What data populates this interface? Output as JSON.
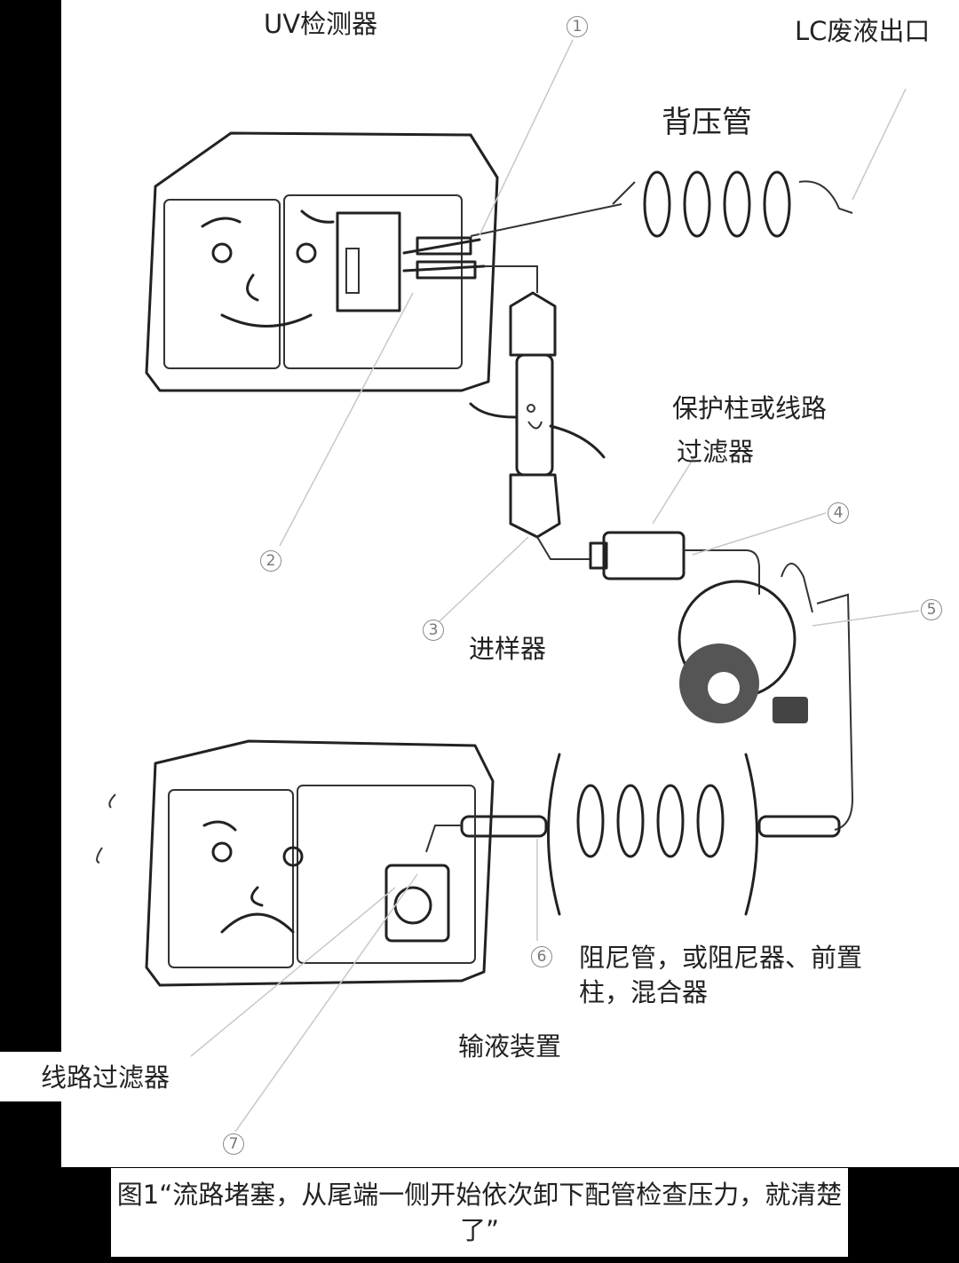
{
  "figure": {
    "caption": "图1“流路堵塞，从尾端一侧开始依次卸下配管检查压力，就清楚了”"
  },
  "labels": {
    "uv_detector": "UV检测器",
    "lc_waste_outlet": "LC废液出口",
    "back_pressure_tube": "背压管",
    "guard_column_line1": "保护柱或线路",
    "guard_column_line2": "过滤器",
    "injector": "进样器",
    "damper_line1": "阻尼管，或阻尼器、前置",
    "damper_line2": "柱，混合器",
    "pump": "输液装置",
    "line_filter": "线路过滤器"
  },
  "markers": [
    {
      "id": "1",
      "glyph": "①"
    },
    {
      "id": "2",
      "glyph": "②"
    },
    {
      "id": "3",
      "glyph": "③"
    },
    {
      "id": "4",
      "glyph": "④"
    },
    {
      "id": "5",
      "glyph": "⑤"
    },
    {
      "id": "6",
      "glyph": "⑥"
    },
    {
      "id": "7",
      "glyph": "⑦"
    }
  ],
  "colors": {
    "background": "#ffffff",
    "border": "#000000",
    "text": "#222222",
    "marker": "#777777"
  }
}
